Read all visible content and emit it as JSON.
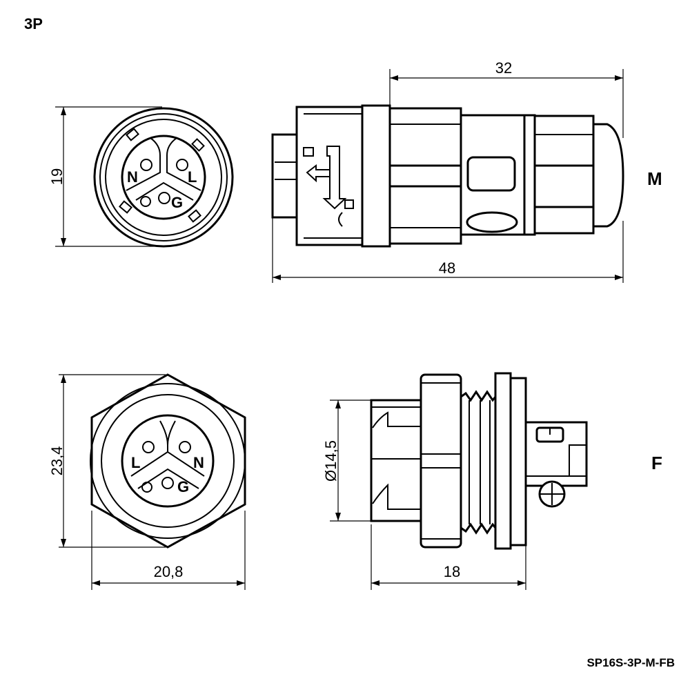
{
  "title": "3P",
  "variants": {
    "male": "M",
    "female": "F"
  },
  "part_number": "SP16S-3P-M-FB",
  "male_front": {
    "pins": {
      "n": "N",
      "l": "L",
      "g": "G"
    },
    "dim_height": "19"
  },
  "male_side": {
    "dim_rear_length": "32",
    "dim_total_length": "48"
  },
  "female_front": {
    "pins": {
      "l": "L",
      "n": "N",
      "g": "G"
    },
    "dim_height": "23,4",
    "dim_width": "20,8"
  },
  "female_side": {
    "dim_diameter": "Ø14,5",
    "dim_length": "18"
  }
}
